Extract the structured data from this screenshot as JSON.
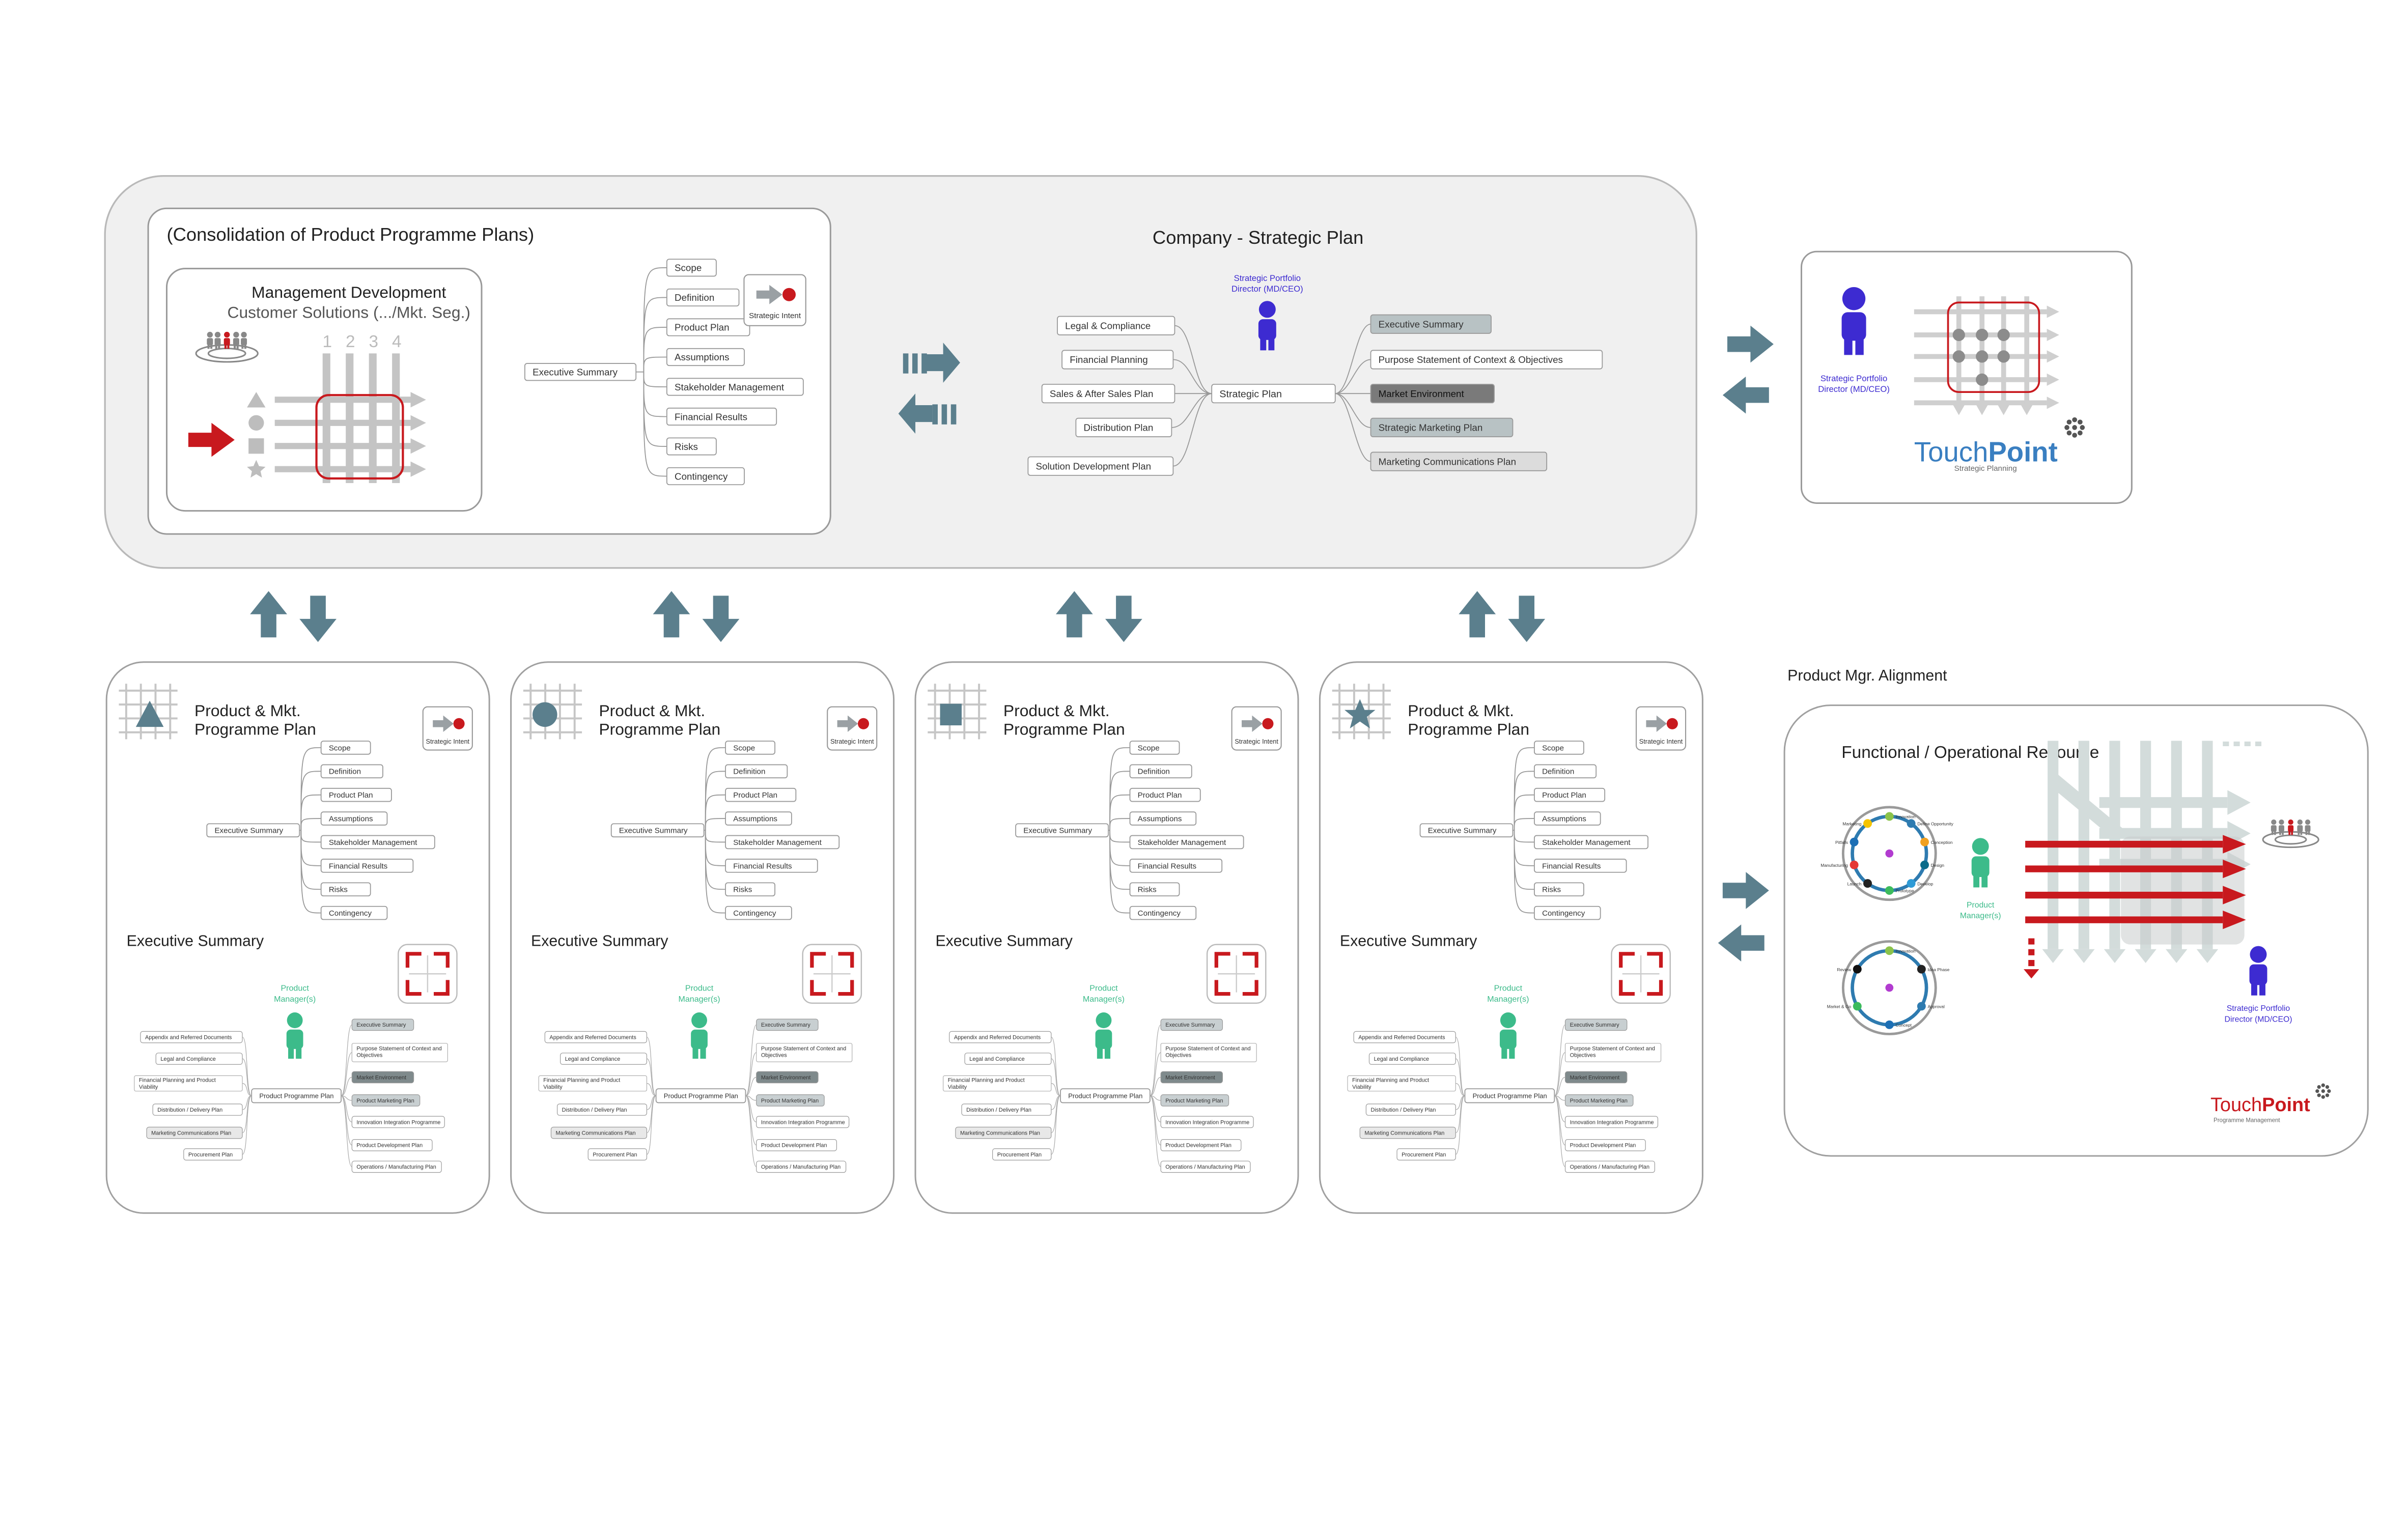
{
  "consolidation": {
    "title": "(Consolidation of Product Programme Plans)",
    "mgmt_title": "Management Development",
    "mgmt_subtitle": "Customer Solutions (.../Mkt. Seg.)",
    "grid_numbers": [
      "1",
      "2",
      "3",
      "4"
    ],
    "strategic_intent": "Strategic Intent",
    "exec_summary": "Executive Summary",
    "branches": [
      "Scope",
      "Definition",
      "Product Plan",
      "Assumptions",
      "Stakeholder Management",
      "Financial Results",
      "Risks",
      "Contingency"
    ]
  },
  "company": {
    "title": "Company - Strategic Plan",
    "director": "Strategic Portfolio Director (MD/CEO)",
    "center": "Strategic Plan",
    "left": [
      "Legal & Compliance",
      "Financial Planning",
      "Sales & After Sales Plan",
      "Distribution Plan",
      "Solution Development Plan"
    ],
    "right": [
      "Executive Summary",
      "Purpose Statement of Context & Objectives",
      "Market Environment",
      "Strategic Marketing Plan",
      "Marketing Communications Plan"
    ]
  },
  "touchpoint_top": {
    "director": "Strategic Portfolio Director (MD/CEO)",
    "logo_a": "Touch",
    "logo_b": "Point",
    "tagline": "Strategic Planning"
  },
  "programme": {
    "title_line1": "Product & Mkt.",
    "title_line2": "Programme Plan",
    "strategic_intent": "Strategic Intent",
    "exec_summary": "Executive Summary",
    "branches": [
      "Scope",
      "Definition",
      "Product Plan",
      "Assumptions",
      "Stakeholder Management",
      "Financial Results",
      "Risks",
      "Contingency"
    ],
    "section": "Executive Summary",
    "manager": "Product Manager(s)",
    "center": "Product Programme Plan",
    "left": [
      "Appendix and Referred Documents",
      "Legal and Compliance",
      "Financial Planning and Product Viability",
      "Distribution / Delivery Plan",
      "Marketing Communications Plan",
      "Procurement Plan"
    ],
    "right": [
      "Executive Summary",
      "Purpose Statement of Context and Objectives",
      "Market Environment",
      "Product Marketing Plan",
      "Innovation Integration Programme",
      "Product Development Plan",
      "Operations / Manufacturing Plan"
    ],
    "icon_shapes": [
      "triangle-icon",
      "circle-icon",
      "square-icon",
      "star-icon"
    ]
  },
  "alignment": {
    "label": "Product Mgr.  Alignment",
    "title": "Functional / Operational Resource",
    "manager": "Product Manager(s)",
    "director": "Strategic Portfolio Director (MD/CEO)",
    "cycle1": [
      "Innovation",
      "Define Opportunity",
      "Conception",
      "Design",
      "Develop",
      "Prototype",
      "Launch",
      "Manufacturing",
      "Pitfalls",
      "Marketing"
    ],
    "cycle2": [
      "Innovation",
      "Idea Phase",
      "Approval",
      "Concept",
      "Market & Go",
      "Review"
    ],
    "logo_a": "Touch",
    "logo_b": "Point",
    "tagline": "Programme Management"
  },
  "colors": {
    "accent_red": "#c8191e",
    "teal_arrow": "#5b7f8d",
    "director_blue": "#3d2bd1",
    "manager_green": "#3cbb8a",
    "panel_bg": "#f0f0f0",
    "box_border": "#9a9a9a"
  }
}
